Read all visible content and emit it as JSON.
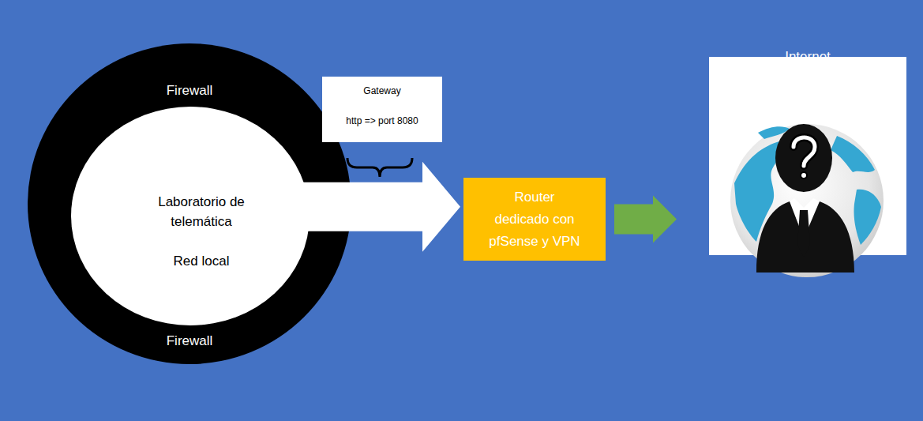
{
  "diagram": {
    "nodes": [
      {
        "text": [
          "Firewall",
          "Firewall"
        ]
      },
      {
        "text": [
          "Laboratorio de telemática",
          "Red local"
        ],
        "in": 0
      },
      {
        "text": [
          "Gateway",
          "http => port 8080"
        ]
      },
      {
        "text": [
          "Router dedicado con pfSense y VPN"
        ]
      },
      {
        "text": [
          "Internet"
        ]
      }
    ],
    "edges": [
      {
        "from": 1,
        "to": 3,
        "arrow": "to"
      },
      {
        "from": 3,
        "to": 4,
        "arrow": "to"
      }
    ]
  }
}
